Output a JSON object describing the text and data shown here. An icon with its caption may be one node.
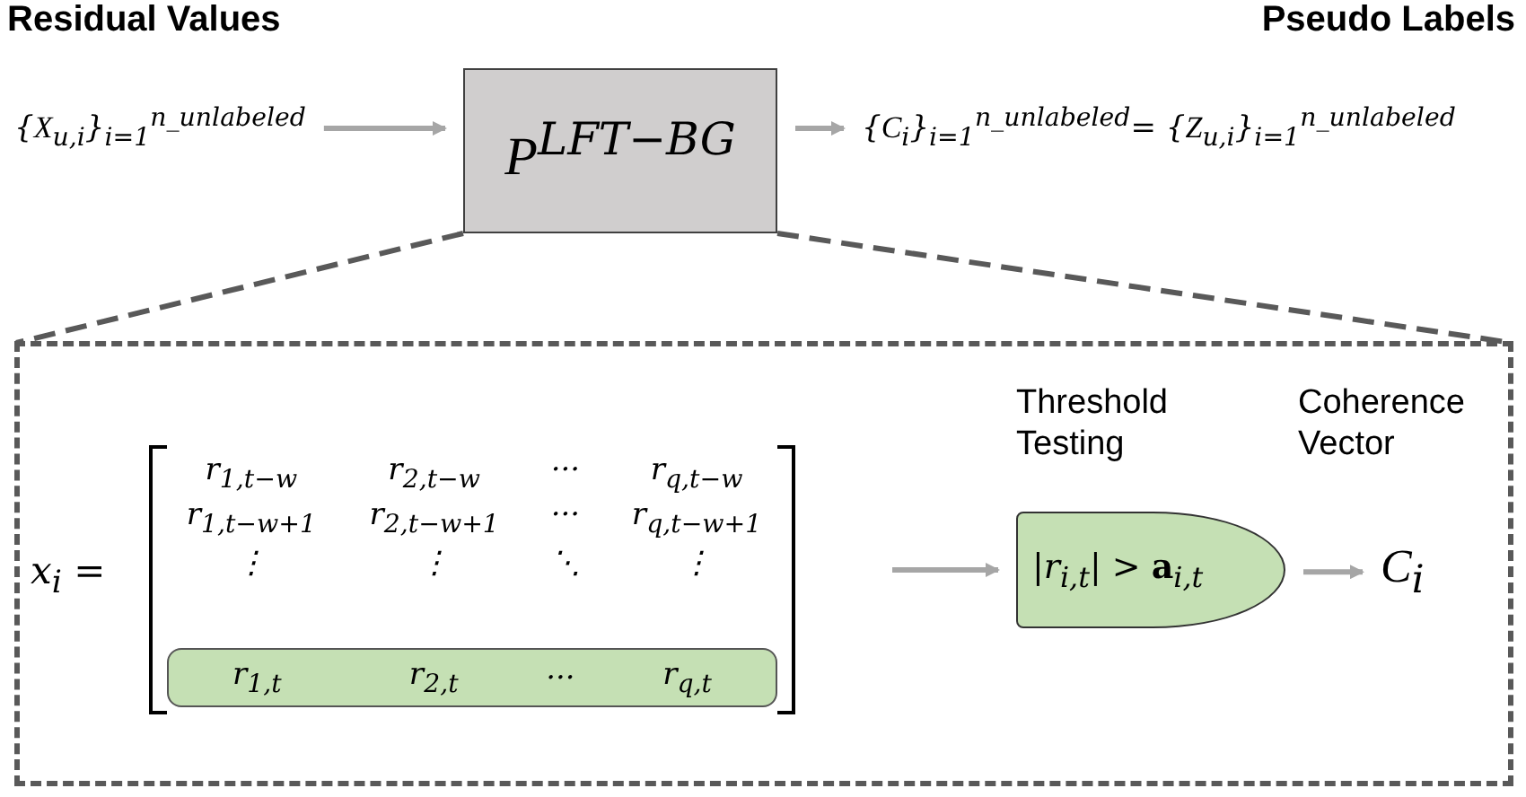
{
  "diagram": {
    "nodes": [
      {
        "text": [
          "{*X*$_{u,i}$}$_{i=1}$$^{n_unlabeled}$"
        ]
      },
      {
        "text": [
          "*P*$^{LFT−BG}$"
        ]
      },
      {
        "text": [
          "{*C*$_{i}$}$_{i=1}$$^{n_unlabeled}$= {*Z*$_{u,i}$}$_{i=1}$$^{n_unlabeled}$"
        ]
      },
      {
        "text": [],
        "shape": "box"
      },
      {
        "text": [
          "x$_{i}$ =",
          "r$_{1,t−w}$",
          "r$_{2,t−w}$",
          "···",
          "r$_{q,t−w}$",
          "r$_{1,t−w+1}$",
          "r$_{2,t−w+1}$",
          "···",
          "r$_{q,t−w+1}$",
          "⋮",
          "⋮",
          "⋱",
          "⋮"
        ],
        "in": 3
      },
      {
        "text": [
          "r$_{1,t}$",
          "r$_{2,t}$",
          "···",
          "r$_{q,t}$"
        ],
        "in": 4
      },
      {
        "text": [
          "Threshold Testing",
          "|r$_{i,t}$| > **a**$_{i,t}$"
        ],
        "in": 3
      },
      {
        "text": [
          "Coherence Vector",
          "*C*$_{i}$"
        ],
        "in": 3
      }
    ],
    "edges": [
      {
        "from": 0,
        "to": 1,
        "arrow": "to"
      },
      {
        "from": 1,
        "to": 2,
        "arrow": "to"
      },
      {
        "from": 1,
        "to": 3,
        "arrow": "none",
        "style": "dashed",
        "color": "#595959"
      },
      {
        "from": 1,
        "to": 3,
        "arrow": "none",
        "style": "dashed",
        "color": "#595959"
      },
      {
        "from": 4,
        "to": 6,
        "arrow": "to"
      },
      {
        "from": 6,
        "to": 7,
        "arrow": "to"
      }
    ],
    "labels": [
      "Residual Values",
      "Pseudo Labels"
    ]
  }
}
